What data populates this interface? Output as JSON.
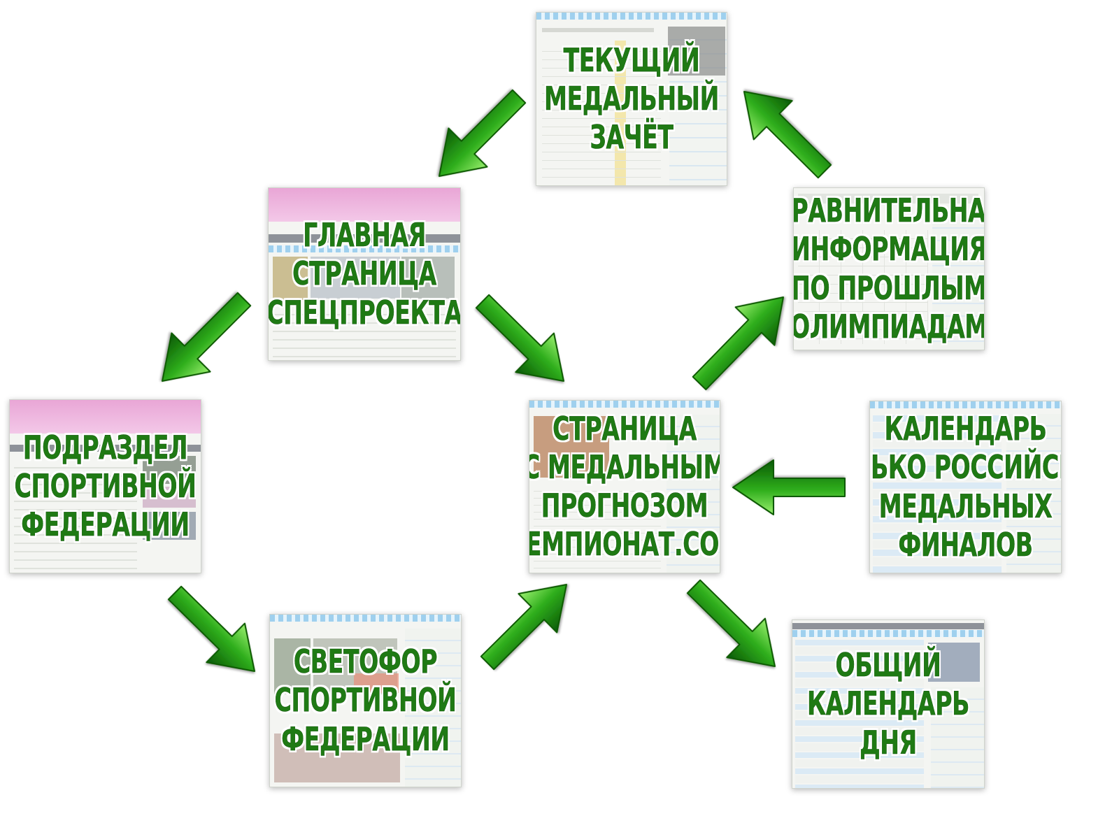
{
  "nodes": [
    {
      "id": "medal-table",
      "lines": [
        "ТЕКУЩИЙ",
        "МЕДАЛЬНЫЙ",
        "ЗАЧЁТ"
      ]
    },
    {
      "id": "main-page",
      "lines": [
        "ГЛАВНАЯ",
        "СТРАНИЦА",
        "СПЕЦПРОЕКТА"
      ]
    },
    {
      "id": "past-olympics",
      "lines": [
        "СРАВНИТЕЛЬНАЯ",
        "ИНФОРМАЦИЯ",
        "ПО ПРОШЛЫМ",
        "ОЛИМПИАДАМ"
      ]
    },
    {
      "id": "federation-section",
      "lines": [
        "ПОДРАЗДЕЛ",
        "СПОРТИВНОЙ",
        "ФЕДЕРАЦИИ"
      ]
    },
    {
      "id": "medal-forecast",
      "lines": [
        "СТРАНИЦА",
        "С МЕДАЛЬНЫМ",
        "ПРОГНОЗОМ",
        "«ЧЕМПИОНАТ.COM»"
      ]
    },
    {
      "id": "russian-finals",
      "lines": [
        "КАЛЕНДАРЬ",
        "ТОЛЬКО РОССИЙСКИХ",
        "МЕДАЛЬНЫХ",
        "ФИНАЛОВ"
      ]
    },
    {
      "id": "federation-traffic-light",
      "lines": [
        "СВЕТОФОР",
        "СПОРТИВНОЙ",
        "ФЕДЕРАЦИИ"
      ]
    },
    {
      "id": "day-calendar",
      "lines": [
        "ОБЩИЙ",
        "КАЛЕНДАРЬ",
        "ДНЯ"
      ]
    }
  ],
  "edges": [
    {
      "from": "medal-table",
      "to": "main-page"
    },
    {
      "from": "main-page",
      "to": "federation-section"
    },
    {
      "from": "main-page",
      "to": "medal-forecast"
    },
    {
      "from": "federation-section",
      "to": "federation-traffic-light"
    },
    {
      "from": "federation-traffic-light",
      "to": "medal-forecast"
    },
    {
      "from": "medal-forecast",
      "to": "past-olympics"
    },
    {
      "from": "past-olympics",
      "to": "medal-table"
    },
    {
      "from": "russian-finals",
      "to": "medal-forecast"
    },
    {
      "from": "medal-forecast",
      "to": "day-calendar"
    }
  ],
  "colors": {
    "label_green": "#1f7a14",
    "arrow_light": "#7fe05a",
    "arrow_dark": "#0b5a06"
  }
}
